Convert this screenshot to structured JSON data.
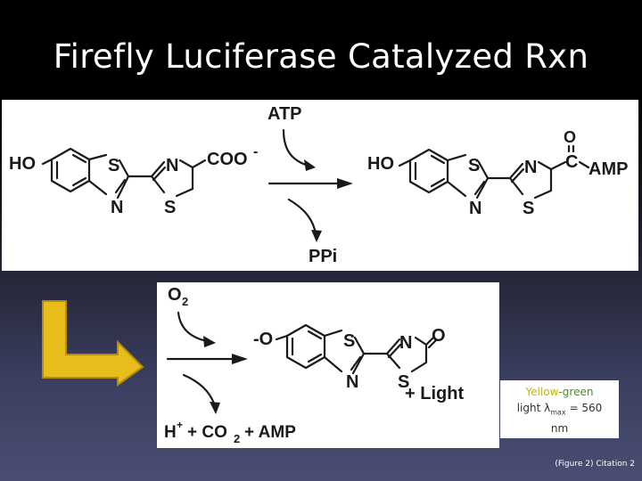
{
  "title": "Firefly Luciferase Catalyzed Rxn",
  "reaction1": {
    "reactant": {
      "ho": "HO",
      "s1": "S",
      "n1": "N",
      "s2": "S",
      "n2": "N",
      "carboxylate": "COO",
      "charge": "-"
    },
    "reagent_in": "ATP",
    "byproduct_out": "PPi",
    "product": {
      "ho": "HO",
      "s1": "S",
      "n1": "N",
      "s2": "S",
      "n2": "N",
      "carbonyl_o": "O",
      "carbon": "C",
      "amp": "AMP"
    }
  },
  "reaction2": {
    "reagent_in": "O",
    "reagent_in_sub": "2",
    "product": {
      "oxide": "-O",
      "s1": "S",
      "n1": "N",
      "s2": "S",
      "n2": "N",
      "carbonyl_o": "O"
    },
    "light_label": "+ Light",
    "byproducts": {
      "h": "H",
      "h_charge": "+",
      "co": "+ CO",
      "co_sub": "2",
      "amp": "+ AMP"
    }
  },
  "note": {
    "yellow": "Yellow",
    "green": "-green",
    "light": "light λ",
    "max_sub": "max",
    "value": " = 560",
    "unit": "nm"
  },
  "citation": "(Figure 2) Citation 2",
  "colors": {
    "arrow_gold": "#e8bc1a",
    "arrow_edge": "#b88d00"
  }
}
